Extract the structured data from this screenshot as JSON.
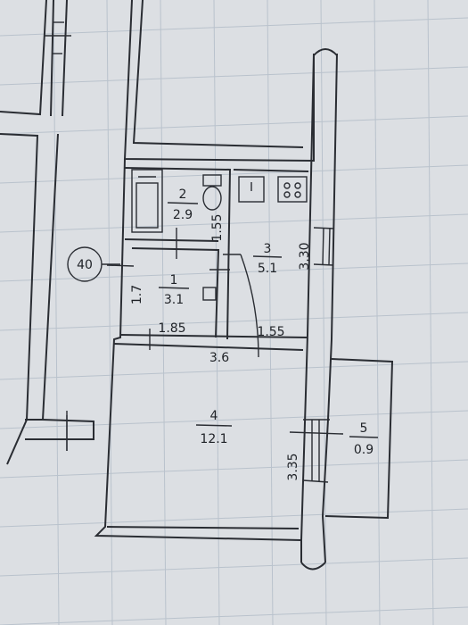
{
  "apartment_number": "40",
  "rooms": [
    {
      "number": "1",
      "area": "3.1"
    },
    {
      "number": "2",
      "area": "2.9"
    },
    {
      "number": "3",
      "area": "5.1"
    },
    {
      "number": "4",
      "area": "12.1"
    },
    {
      "number": "5",
      "area": "0.9"
    }
  ],
  "dimensions": {
    "d_1_7": "1.7",
    "d_1_85": "1.85",
    "d_1_55_bath": "1.55",
    "d_1_55_kitchen": "1.55",
    "d_3_30": "3.30",
    "d_3_6": "3.6",
    "d_3_35": "3.35"
  }
}
